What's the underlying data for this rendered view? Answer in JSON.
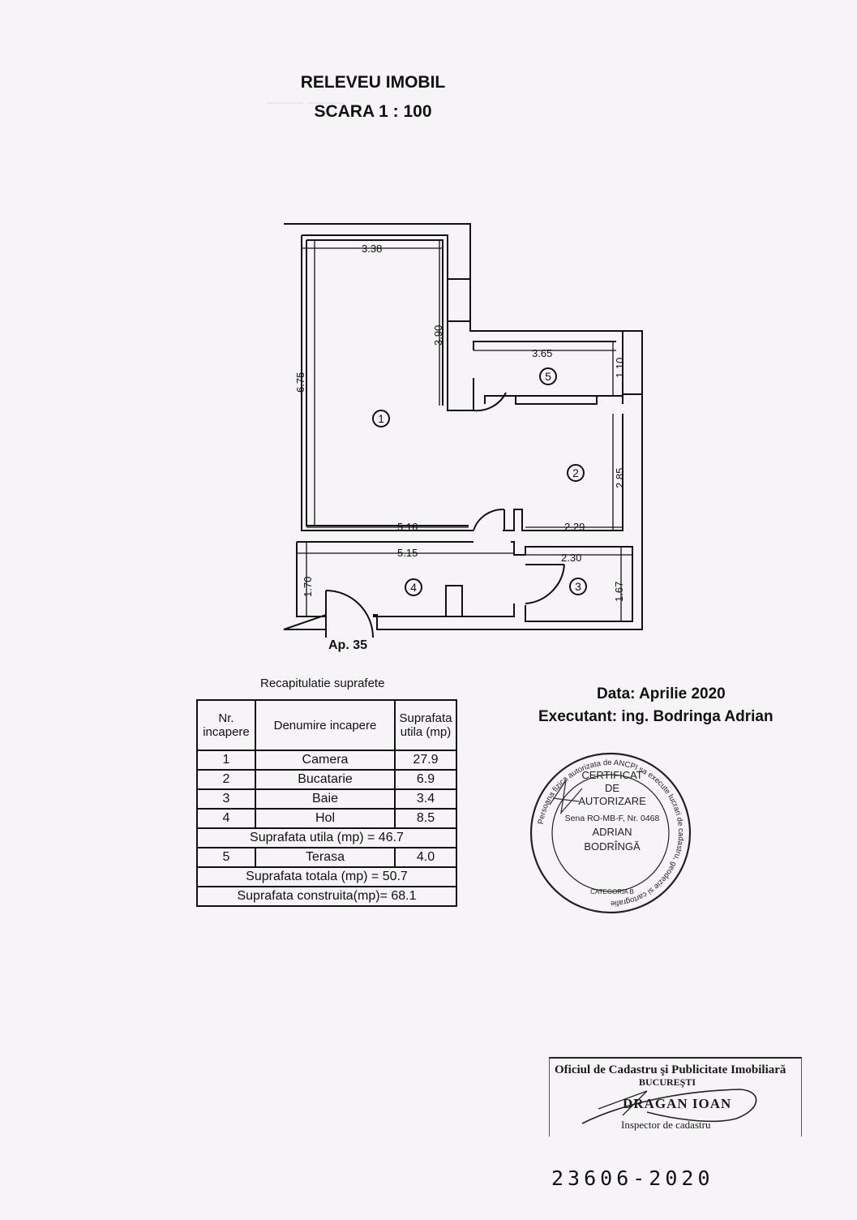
{
  "header": {
    "title": "RELEVEU IMOBIL",
    "scale": "SCARA  1 : 100"
  },
  "plan": {
    "rooms": [
      {
        "label": "1"
      },
      {
        "label": "2"
      },
      {
        "label": "3"
      },
      {
        "label": "4"
      },
      {
        "label": "5"
      }
    ],
    "dimensions": {
      "room1_width": "3.38",
      "room1_depth_upper": "3.90",
      "room1_height": "6.75",
      "terrace_width": "3.65",
      "terrace_depth": "1.10",
      "kitchen_height": "2.85",
      "room1_bottom_width": "5.16",
      "kitchen_bottom_width": "2.29",
      "hall_width": "5.15",
      "bath_width": "2.30",
      "hall_height": "1.70",
      "bath_height": "1.67"
    },
    "apartment_label": "Ap. 35"
  },
  "recap": {
    "title": "Recapitulatie suprafete",
    "headers": {
      "nr": "Nr. incapere",
      "name": "Denumire incapere",
      "area": "Suprafata utila (mp)"
    },
    "rows": [
      {
        "nr": "1",
        "name": "Camera",
        "area": "27.9"
      },
      {
        "nr": "2",
        "name": "Bucatarie",
        "area": "6.9"
      },
      {
        "nr": "3",
        "name": "Baie",
        "area": "3.4"
      },
      {
        "nr": "4",
        "name": "Hol",
        "area": "8.5"
      }
    ],
    "useful_total": "Suprafata utila (mp) = 46.7",
    "terrace_row": {
      "nr": "5",
      "name": "Terasa",
      "area": "4.0"
    },
    "total": "Suprafata totala (mp) = 50.7",
    "built": "Suprafata construita(mp)= 68.1"
  },
  "meta": {
    "date": "Data: Aprilie 2020",
    "executant": "Executant: ing. Bodringa  Adrian"
  },
  "stamp": {
    "ring_text": "Persoana fizica autorizata de ANCPI sa execute lucrari de cadastru, geodezie si cartografie",
    "certificate": "CERTIFICAT",
    "of": "DE",
    "authorization": "AUTORIZARE",
    "series": "Sena RO-MB-F, Nr. 0468",
    "first_name": "ADRIAN",
    "last_name": "BODRÎNGĂ",
    "category": "CATEGORIA B"
  },
  "cadastre_stamp": {
    "office": "Oficiul de Cadastru şi Publicitate Imobiliară",
    "city": "BUCUREŞTI",
    "inspector_name": "DRAGAN IOAN",
    "inspector_title": "Inspector de cadastru"
  },
  "registration": "23606-2020"
}
